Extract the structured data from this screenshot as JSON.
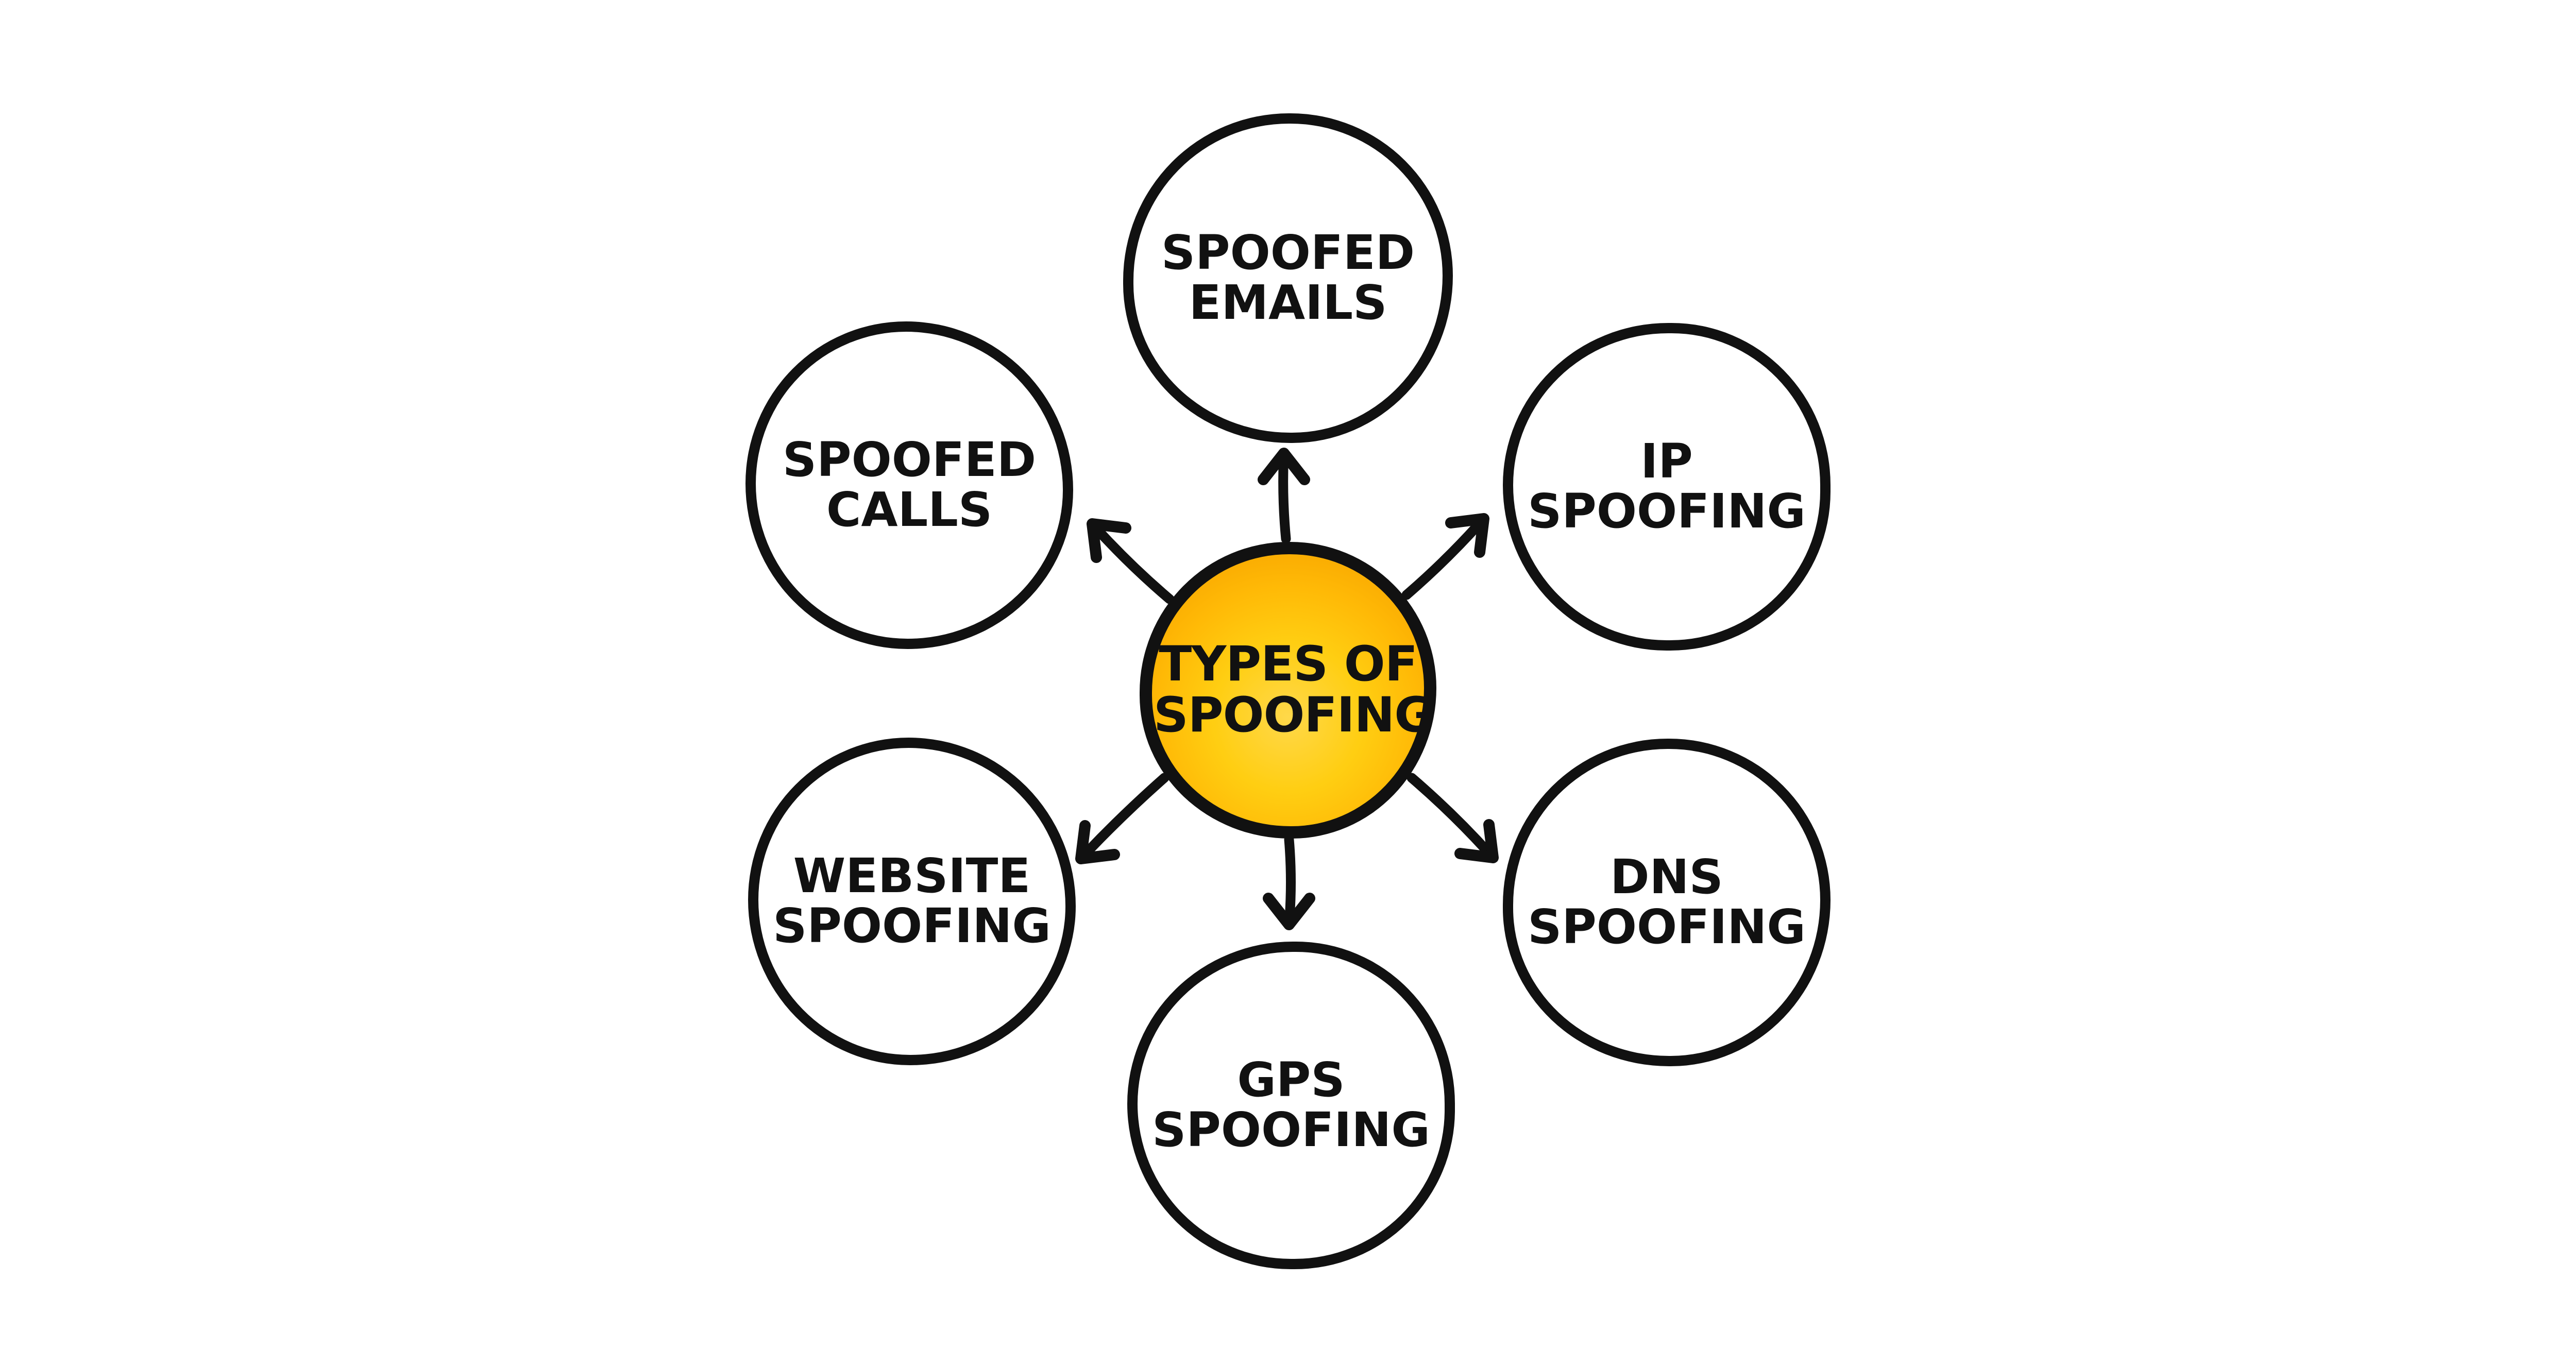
{
  "page": {
    "background": "#FFFFFF"
  },
  "diagram": {
    "type": "mind-map",
    "center_node": {
      "id": "types-of-spoofing",
      "label": "TYPES OF SPOOFING"
    },
    "nodes": [
      {
        "id": "spoofed-emails",
        "label": "SPOOFED EMAILS",
        "position": "top"
      },
      {
        "id": "spoofed-calls",
        "label": "SPOOFED CALLS",
        "position": "upper-left"
      },
      {
        "id": "ip-spoofing",
        "label": "IP SPOOFING",
        "position": "upper-right"
      },
      {
        "id": "website-spoofing",
        "label": "WEBSITE SPOOFING",
        "position": "lower-left"
      },
      {
        "id": "dns-spoofing",
        "label": "DNS SPOOFING",
        "position": "lower-right"
      },
      {
        "id": "gps-spoofing",
        "label": "GPS SPOOFING",
        "position": "bottom"
      }
    ],
    "connectors": [
      {
        "from": "types-of-spoofing",
        "to": "spoofed-emails"
      },
      {
        "from": "types-of-spoofing",
        "to": "spoofed-calls"
      },
      {
        "from": "types-of-spoofing",
        "to": "ip-spoofing"
      },
      {
        "from": "types-of-spoofing",
        "to": "website-spoofing"
      },
      {
        "from": "types-of-spoofing",
        "to": "dns-spoofing"
      },
      {
        "from": "types-of-spoofing",
        "to": "gps-spoofing"
      }
    ],
    "colors": {
      "background": "#FFFFFF",
      "outline": "#111111",
      "text": "#111111",
      "node_fill": "#FFFFFF",
      "center_gradient_inner": "#FFD84A",
      "center_gradient_mid": "#FFB906",
      "center_gradient_outer": "#F09D00"
    }
  }
}
